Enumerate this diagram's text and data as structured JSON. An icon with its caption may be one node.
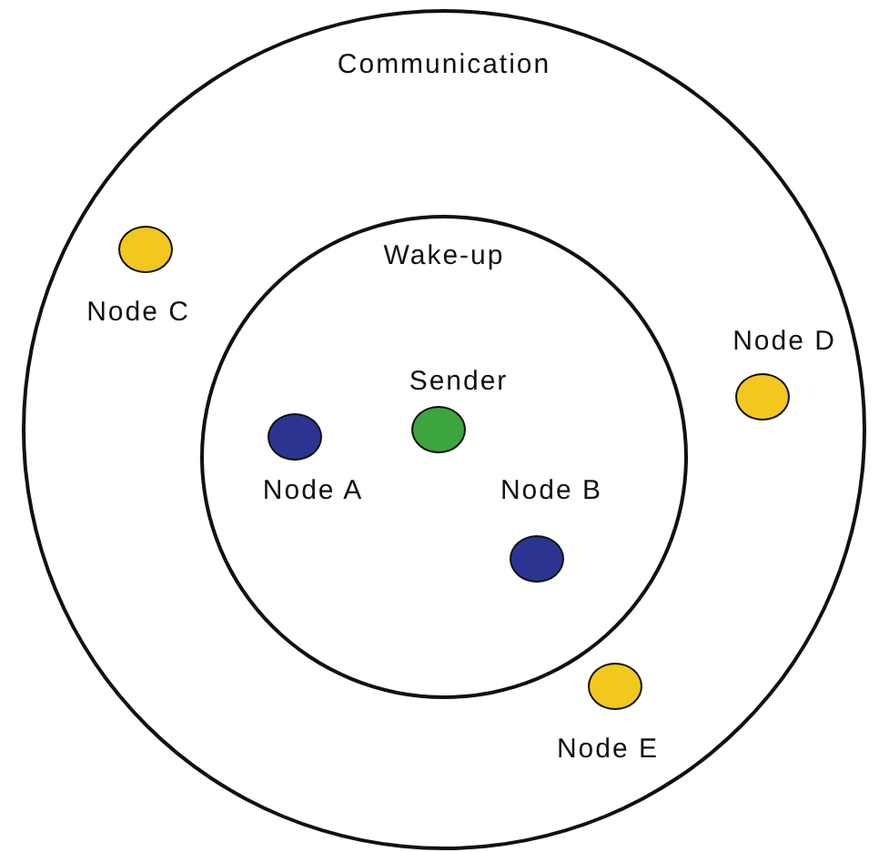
{
  "diagram": {
    "nodes": [
      {
        "text": [
          "Communication"
        ]
      },
      {
        "text": [
          "Wake-up"
        ],
        "in": 0
      },
      {
        "text": [
          "Node C"
        ],
        "in": 0
      },
      {
        "text": [
          "Node D"
        ],
        "in": 0
      },
      {
        "text": [
          "Node E"
        ],
        "in": 0
      },
      {
        "text": [
          "Sender"
        ],
        "in": 1
      },
      {
        "text": [
          "Node A"
        ],
        "in": 1
      },
      {
        "text": [
          "Node B"
        ],
        "in": 1
      }
    ],
    "edges": []
  }
}
